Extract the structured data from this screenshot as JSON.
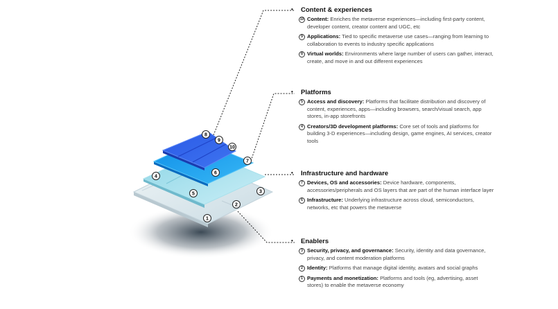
{
  "sections": [
    {
      "title": "Content & experiences",
      "items": [
        {
          "num": "10",
          "name": "Content:",
          "desc": " Enriches the metaverse experiences—including first-party content, developer content, creator content and UGC, etc"
        },
        {
          "num": "9",
          "name": "Applications:",
          "desc": " Tied to specific metaverse use cases—ranging from learning to collaboration to events to industry specific applications"
        },
        {
          "num": "8",
          "name": "Virtual worlds:",
          "desc": " Environments where large number of users can gather, interact, create, and move in and out different experiences"
        }
      ]
    },
    {
      "title": "Platforms",
      "items": [
        {
          "num": "5",
          "name": "Access and discovery:",
          "desc": " Platforms that facilitate distribution and discovery of content, experiences, apps—including browsers, search/visual search, app stores, in-app storefronts"
        },
        {
          "num": "4",
          "name": "Creators/3D development platforms:",
          "desc": " Core set of tools and platforms for building 3-D experiences—including design, game engines, AI services, creator tools"
        }
      ]
    },
    {
      "title": "Infrastructure and hardware",
      "items": [
        {
          "num": "7",
          "name": "Devices, OS and accessories:",
          "desc": " Device hardware, components, accessories/peripherals and OS layers that are part of the human interface layer"
        },
        {
          "num": "6",
          "name": "Infrastructure:",
          "desc": " Underlying infrastructure across cloud, semiconductors, networks, etc that powers the metaverse"
        }
      ]
    },
    {
      "title": "Enablers",
      "items": [
        {
          "num": "3",
          "name": "Security, privacy, and governance:",
          "desc": " Security, identity and data governance, privacy, and content moderation platforms"
        },
        {
          "num": "2",
          "name": "Identity:",
          "desc": " Platforms that manage digital identity, avatars and social graphs"
        },
        {
          "num": "1",
          "name": "Payments and monetization:",
          "desc": " Platforms and tools (eg, advertising, asset stores) to enable the metaverse economy"
        }
      ]
    }
  ],
  "diagram_badges": [
    "1",
    "2",
    "3",
    "4",
    "5",
    "6",
    "7",
    "8",
    "9",
    "10"
  ],
  "colors": {
    "layer1": "#dde9ee",
    "layer2": "#9fdcea",
    "layer3": "#1fa0ef",
    "layer4": "#2f5ee8"
  }
}
